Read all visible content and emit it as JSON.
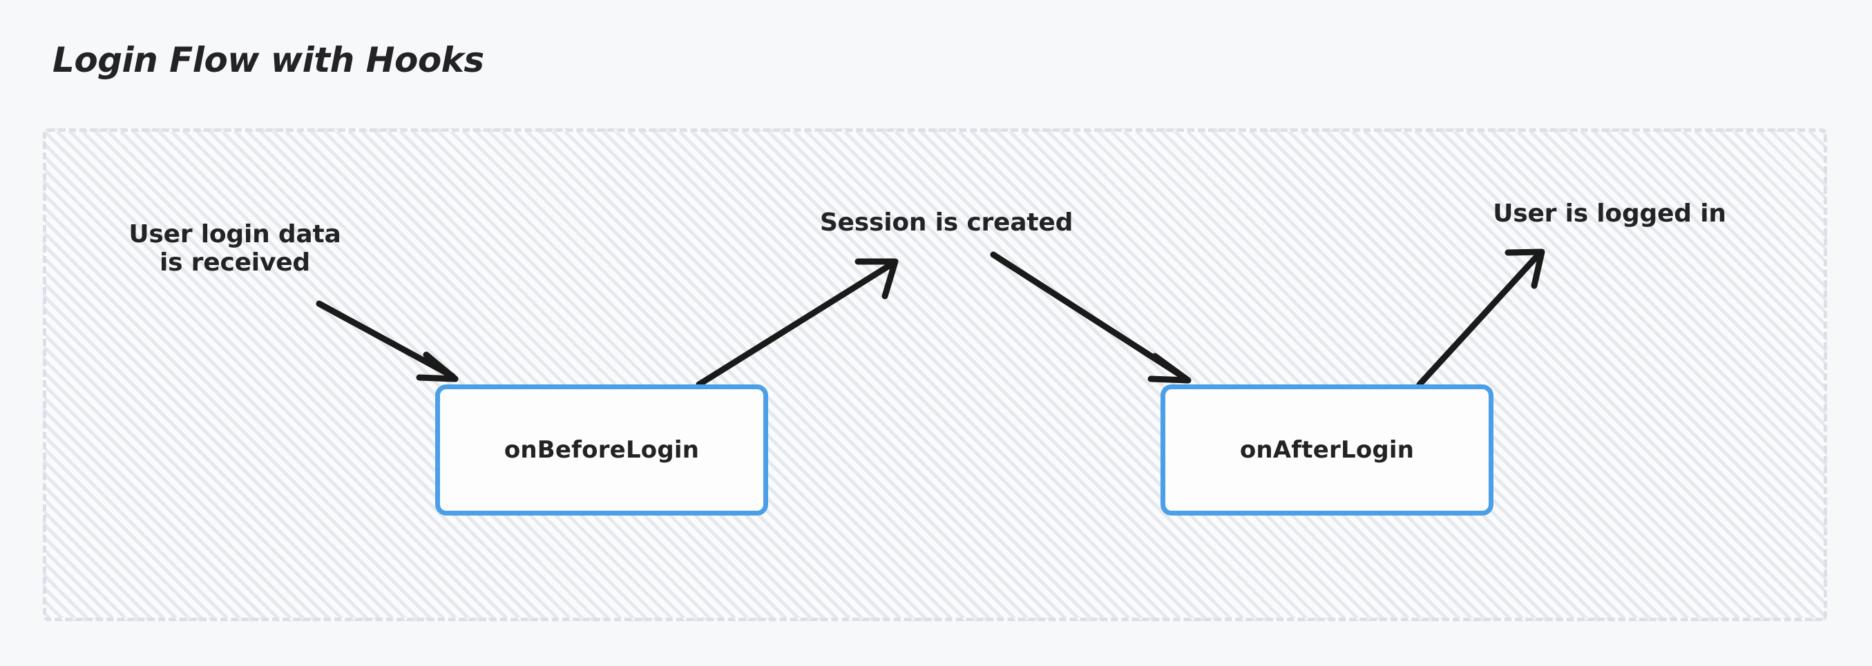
{
  "title": "Login Flow with Hooks",
  "colors": {
    "page_background": "#f7f8fa",
    "panel_background": "#fafbfc",
    "panel_border": "#dcdfe6",
    "hatch": "#c6cbd6",
    "node_border": "#4a9fe8",
    "node_fill": "#fdfdfd",
    "text": "#232326",
    "arrow": "#1a1a1a"
  },
  "nodes": [
    {
      "id": "onBeforeLogin",
      "label": "onBeforeLogin"
    },
    {
      "id": "onAfterLogin",
      "label": "onAfterLogin"
    }
  ],
  "edge_labels": {
    "user_login_data": "User login data\nis received",
    "session_created": "Session is created",
    "user_logged_in": "User is logged in"
  },
  "arrows": [
    {
      "id": "arrow-into-before",
      "from": "User login data is received",
      "to": "onBeforeLogin",
      "direction": "down-right"
    },
    {
      "id": "arrow-out-before",
      "from": "onBeforeLogin",
      "to": "Session is created",
      "direction": "up-right"
    },
    {
      "id": "arrow-into-after",
      "from": "Session is created",
      "to": "onAfterLogin",
      "direction": "down-right"
    },
    {
      "id": "arrow-out-after",
      "from": "onAfterLogin",
      "to": "User is logged in",
      "direction": "up-right"
    }
  ]
}
